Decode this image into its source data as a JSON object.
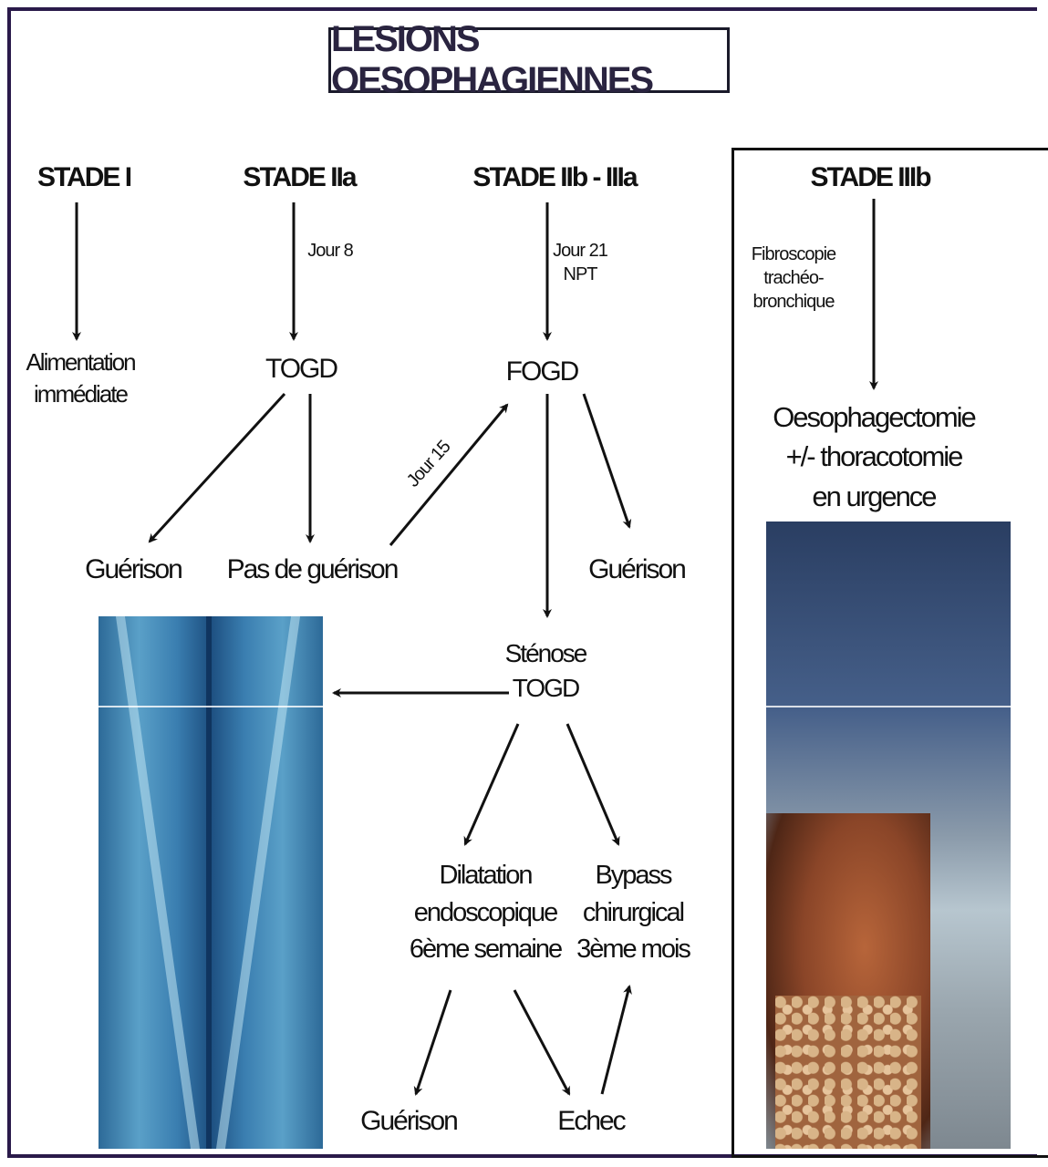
{
  "title": "LESIONS OESOPHAGIENNES",
  "stages": {
    "stage1": "STADE I",
    "stage2a": "STADE IIa",
    "stage2b3a": "STADE IIb - IIIa",
    "stage3b": "STADE IIIb"
  },
  "annotations": {
    "jour8": "Jour 8",
    "jour21": "Jour 21\nNPT",
    "jour15": "Jour 15",
    "fibroscopie": "Fibroscopie\ntrachéo-\nbronchique"
  },
  "nodes": {
    "alimentation": "Alimentation\nimmédiate",
    "togd_2a": "TOGD",
    "fogd": "FOGD",
    "oesophagectomie": "Oesophagectomie\n+/- thoracotomie\nen urgence",
    "guerison_2a": "Guérison",
    "pas_de_guerison": "Pas de guérison",
    "guerison_fogd": "Guérison",
    "stenose": "Sténose\nTOGD",
    "dilatation": "Dilatation\nendoscopique\n6ème semaine",
    "bypass": "Bypass\nchirurgical\n3ème mois",
    "guerison_dil": "Guérison",
    "echec": "Echec"
  },
  "colors": {
    "frame": "#2a1a4a",
    "arrow": "#111111"
  },
  "images": {
    "xray": "oesophagus-xray-image",
    "surgery": "surgical-photo-image"
  }
}
